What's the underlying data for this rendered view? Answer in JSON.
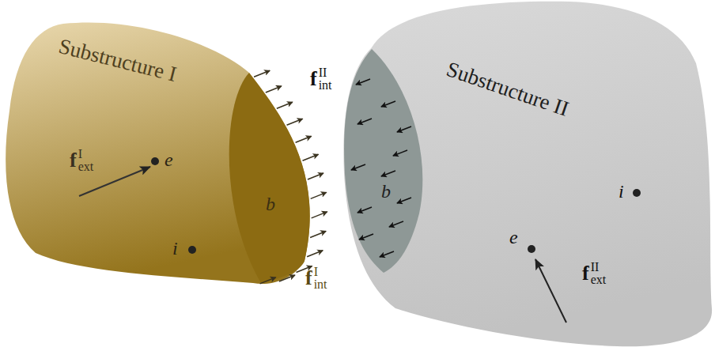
{
  "diagram": {
    "nodes": [
      {
        "text": [
          "Substructure I"
        ]
      },
      {
        "text": [
          "b"
        ],
        "in": 0
      },
      {
        "text": [
          "Substructure II"
        ]
      },
      {
        "text": [
          "b"
        ],
        "in": 2
      }
    ],
    "labels": [
      "f",
      "I",
      "ext",
      "e",
      "i",
      "f",
      "I",
      "int",
      "f",
      "II",
      "int",
      "f",
      "II",
      "ext",
      "e",
      "i"
    ]
  }
}
